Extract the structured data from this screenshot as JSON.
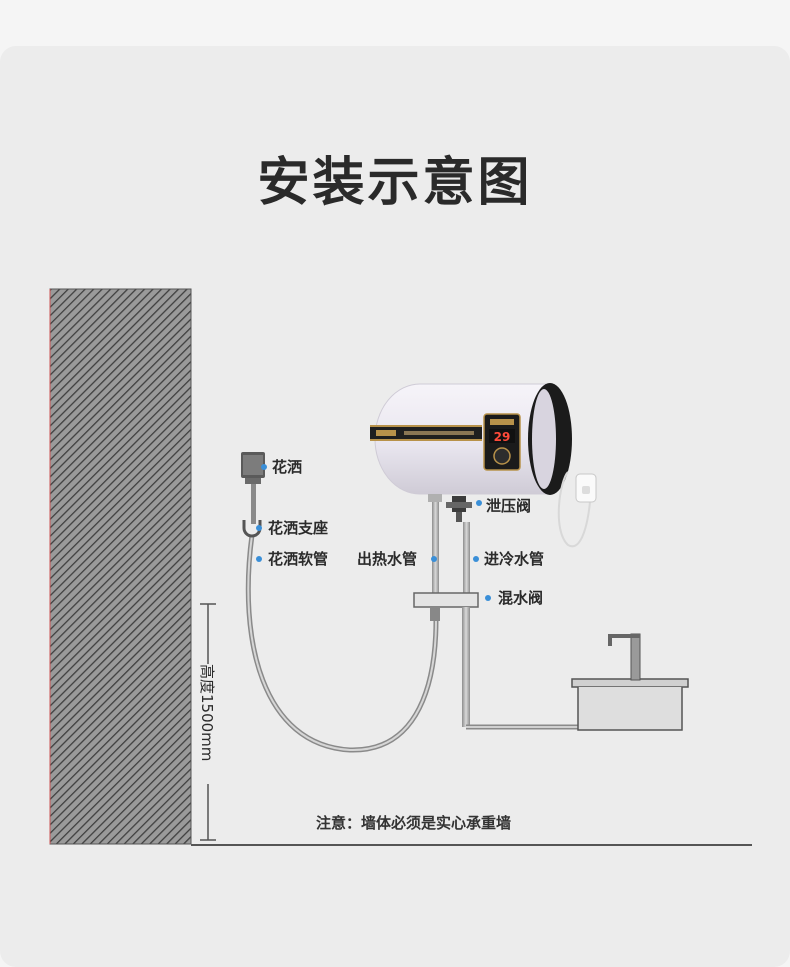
{
  "title": "安装示意图",
  "labels": {
    "shower_head": "花洒",
    "shower_holder": "花洒支座",
    "shower_hose": "花洒软管",
    "hot_outlet_pipe": "出热水管",
    "cold_inlet_pipe": "进冷水管",
    "relief_valve": "泄压阀",
    "mixing_valve": "混水阀",
    "height": "高度1500mm",
    "note": "注意：墙体必须是实心承重墙"
  },
  "heater": {
    "display_temp": "29"
  },
  "colors": {
    "marker": "#3a8fd8",
    "accent_gold": "#b8924a"
  }
}
